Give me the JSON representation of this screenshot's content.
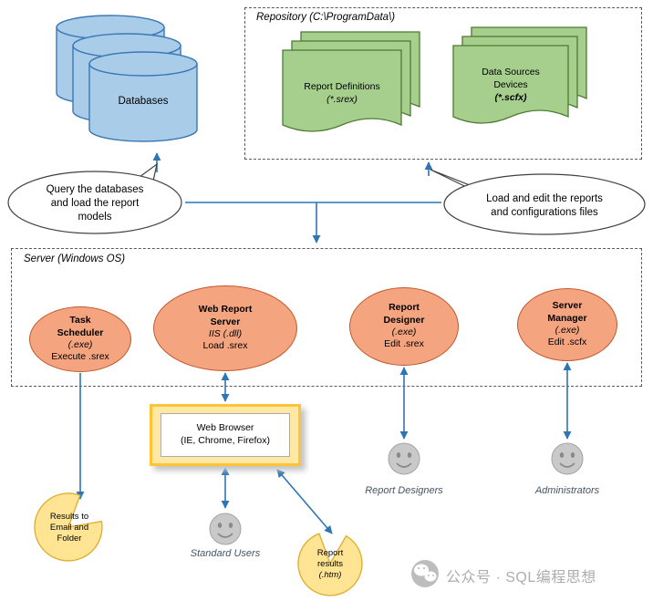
{
  "databases": {
    "label": "Databases"
  },
  "repository": {
    "title": "Repository (C:\\ProgramData\\)",
    "report_definitions": [
      "Report Definitions",
      "(*.srex)"
    ],
    "data_sources": [
      "Data Sources",
      "Devices",
      "(*.scfx)"
    ]
  },
  "callouts": {
    "query": [
      "Query the databases",
      "and load the report",
      "models"
    ],
    "load": [
      "Load and edit the reports",
      "and configurations files"
    ]
  },
  "server": {
    "title": "Server (Windows OS)",
    "task_scheduler": {
      "title1": "Task",
      "title2": "Scheduler",
      "sub": "(.exe)",
      "action": "Execute .srex"
    },
    "web_report_server": {
      "title1": "Web Report",
      "title2": "Server",
      "sub": "IIS (.dll)",
      "action": "Load .srex"
    },
    "report_designer": {
      "title1": "Report",
      "title2": "Designer",
      "sub": "(.exe)",
      "action": "Edit .srex"
    },
    "server_manager": {
      "title1": "Server",
      "title2": "Manager",
      "sub": "(.exe)",
      "action": "Edit .scfx"
    }
  },
  "browser": [
    "Web Browser",
    "(IE, Chrome, Firefox)"
  ],
  "actors": {
    "standard_users": "Standard Users",
    "report_designers": "Report Designers",
    "administrators": "Administrators"
  },
  "outputs": {
    "email_folder": [
      "Results to",
      "Email and",
      "Folder"
    ],
    "report_results": [
      "Report",
      "results",
      "(.htm)"
    ]
  },
  "watermark": "公众号 · SQL编程思想",
  "colors": {
    "arrow_blue": "#2E75B6",
    "database_fill": "#A9CCE9",
    "database_stroke": "#3B78B5",
    "document_fill": "#A6CE8C",
    "document_stroke": "#4E7A32",
    "process_fill": "#F4A47E",
    "process_stroke": "#C0582C",
    "output_fill": "#FFE593",
    "output_stroke": "#DFAC2E",
    "browser_border": "#FFC335",
    "actor_label": "#44546A",
    "watermark_gray": "#ADADAD"
  }
}
